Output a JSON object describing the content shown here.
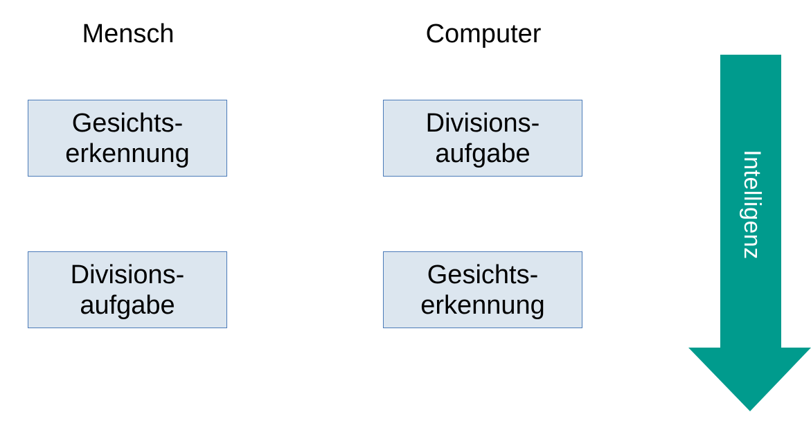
{
  "headers": {
    "left": "Mensch",
    "right": "Computer"
  },
  "boxes": {
    "left_top": [
      "Gesichts-",
      "erkennung"
    ],
    "right_top": [
      "Divisions-",
      "aufgabe"
    ],
    "left_bottom": [
      "Divisions-",
      "aufgabe"
    ],
    "right_bottom": [
      "Gesichts-",
      "erkennung"
    ]
  },
  "arrow": {
    "label": "Intelligenz",
    "direction": "down"
  },
  "colors": {
    "box_fill": "#dce6ef",
    "box_border": "#4a7ab8",
    "arrow_fill": "#009b8d",
    "text": "#000000"
  }
}
